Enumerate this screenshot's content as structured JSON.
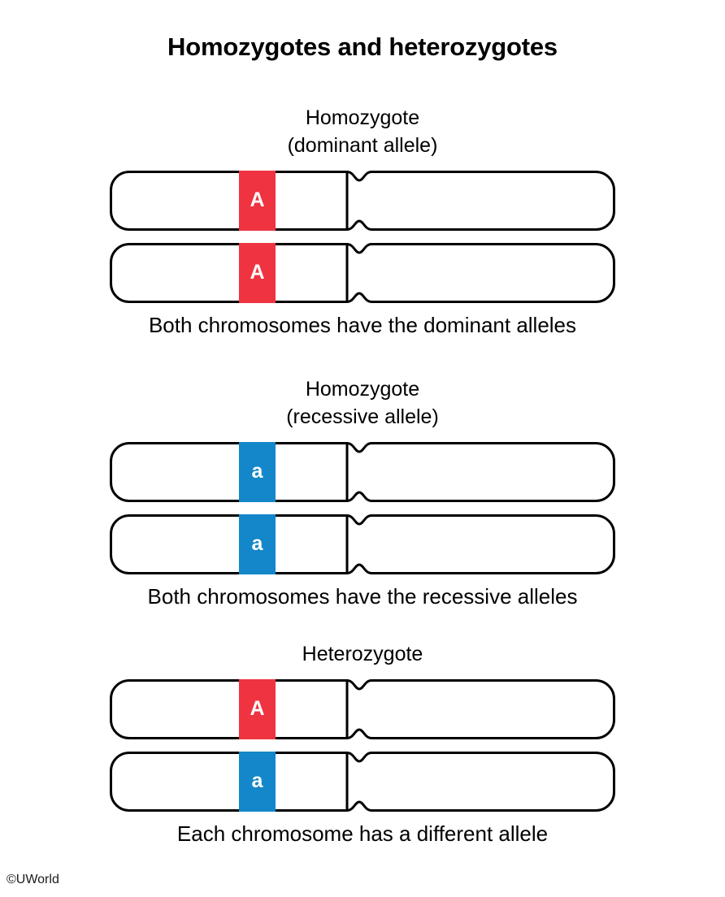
{
  "title": "Homozygotes and heterozygotes",
  "colors": {
    "dominant_allele": "#ef3340",
    "recessive_allele": "#1387c9",
    "outline": "#000000",
    "background": "#ffffff"
  },
  "sections": [
    {
      "heading": "Homozygote\n(dominant allele)",
      "heading_line1": "Homozygote",
      "heading_line2": "(dominant allele)",
      "chromosomes": [
        {
          "allele": "A",
          "allele_type": "dominant"
        },
        {
          "allele": "A",
          "allele_type": "dominant"
        }
      ],
      "caption": "Both chromosomes have the dominant alleles"
    },
    {
      "heading": "Homozygote\n(recessive allele)",
      "heading_line1": "Homozygote",
      "heading_line2": "(recessive allele)",
      "chromosomes": [
        {
          "allele": "a",
          "allele_type": "recessive"
        },
        {
          "allele": "a",
          "allele_type": "recessive"
        }
      ],
      "caption": "Both chromosomes have the recessive alleles"
    },
    {
      "heading": "Heterozygote",
      "heading_line1": "Heterozygote",
      "heading_line2": "",
      "chromosomes": [
        {
          "allele": "A",
          "allele_type": "dominant"
        },
        {
          "allele": "a",
          "allele_type": "recessive"
        }
      ],
      "caption": "Each chromosome has a different allele"
    }
  ],
  "footer": {
    "watermark": "©UWorld"
  },
  "icons": {
    "chromosome": "chromosome-icon",
    "centromere": "centromere-pinch-icon"
  }
}
